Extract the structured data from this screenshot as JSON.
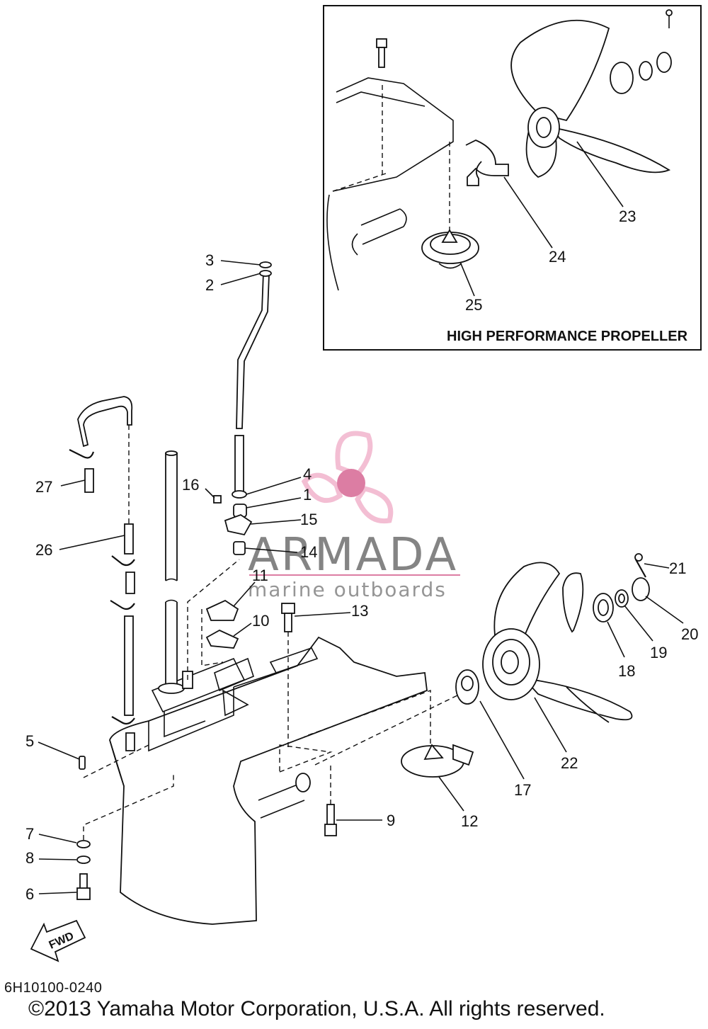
{
  "inset": {
    "title": "HIGH PERFORMANCE PROPELLER"
  },
  "part_labels": [
    "1",
    "2",
    "3",
    "4",
    "5",
    "6",
    "7",
    "8",
    "9",
    "10",
    "11",
    "12",
    "13",
    "14",
    "15",
    "16",
    "17",
    "18",
    "19",
    "20",
    "21",
    "22",
    "23",
    "24",
    "25",
    "26",
    "27"
  ],
  "fwd_label": "FWD",
  "watermark": {
    "brand": "ARMADA",
    "tagline": "marine outboards",
    "brand_color": "#777777",
    "accent": "#f2b8cf",
    "accent_dark": "#d9709a"
  },
  "footer": {
    "diagram_code": "6H10100-0240",
    "copyright": "©2013 Yamaha Motor Corporation, U.S.A. All rights reserved."
  }
}
